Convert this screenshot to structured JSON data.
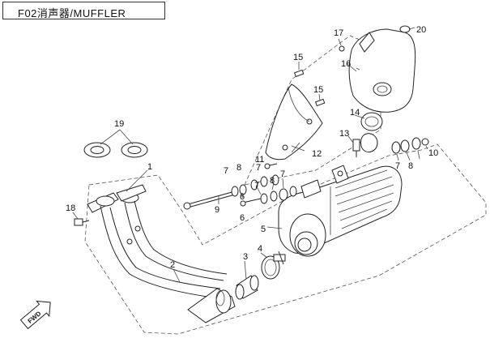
{
  "header": {
    "title": "F02消声器/MUFFLER"
  },
  "fwd_label": "FWD",
  "callouts": [
    {
      "id": "c1",
      "text": "1"
    },
    {
      "id": "c2",
      "text": "2"
    },
    {
      "id": "c3",
      "text": "3"
    },
    {
      "id": "c4",
      "text": "4"
    },
    {
      "id": "c5",
      "text": "5"
    },
    {
      "id": "c6a",
      "text": "6"
    },
    {
      "id": "c6b",
      "text": "6"
    },
    {
      "id": "c7a",
      "text": "7"
    },
    {
      "id": "c7b",
      "text": "7"
    },
    {
      "id": "c7c",
      "text": "7"
    },
    {
      "id": "c7d",
      "text": "7"
    },
    {
      "id": "c7e",
      "text": "7"
    },
    {
      "id": "c8a",
      "text": "8"
    },
    {
      "id": "c8b",
      "text": "8"
    },
    {
      "id": "c8c",
      "text": "8"
    },
    {
      "id": "c9",
      "text": "9"
    },
    {
      "id": "c10",
      "text": "10"
    },
    {
      "id": "c11",
      "text": "11"
    },
    {
      "id": "c12",
      "text": "12"
    },
    {
      "id": "c13",
      "text": "13"
    },
    {
      "id": "c14",
      "text": "14"
    },
    {
      "id": "c15a",
      "text": "15"
    },
    {
      "id": "c15b",
      "text": "15"
    },
    {
      "id": "c16",
      "text": "16"
    },
    {
      "id": "c17",
      "text": "17"
    },
    {
      "id": "c18",
      "text": "18"
    },
    {
      "id": "c19",
      "text": "19"
    },
    {
      "id": "c20",
      "text": "20"
    }
  ]
}
